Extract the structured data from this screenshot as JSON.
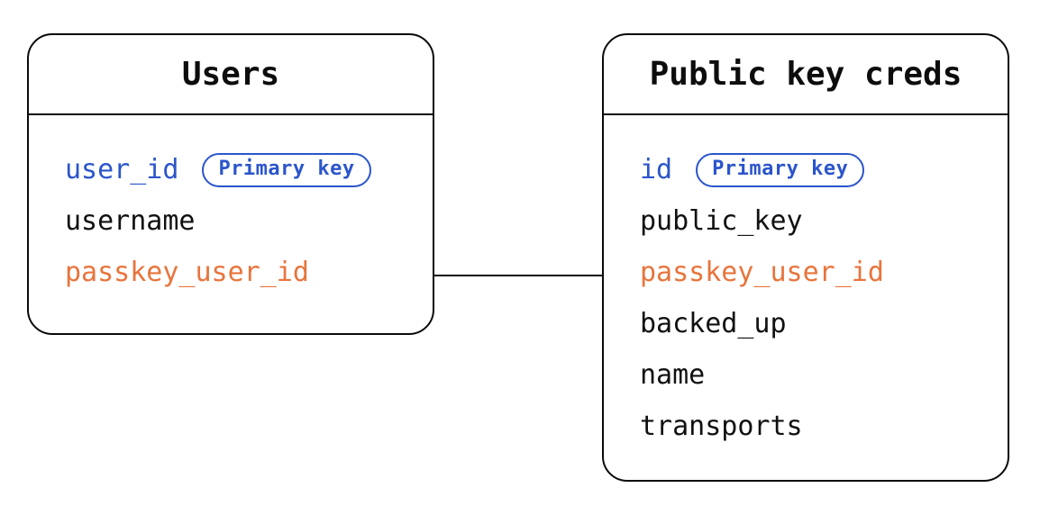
{
  "diagram": {
    "type": "entity-relationship",
    "colors": {
      "blue": "#2b55cb",
      "orange": "#e8743c",
      "black": "#111111",
      "border": "#0a0a0a",
      "background": "#ffffff"
    },
    "tables": [
      {
        "title": "Users",
        "fields": [
          {
            "name": "user_id",
            "color": "blue",
            "badge": "Primary key"
          },
          {
            "name": "username",
            "color": "black"
          },
          {
            "name": "passkey_user_id",
            "color": "orange"
          }
        ]
      },
      {
        "title": "Public key creds",
        "fields": [
          {
            "name": "id",
            "color": "blue",
            "badge": "Primary key"
          },
          {
            "name": "public_key",
            "color": "black"
          },
          {
            "name": "passkey_user_id",
            "color": "orange"
          },
          {
            "name": "backed_up",
            "color": "black"
          },
          {
            "name": "name",
            "color": "black"
          },
          {
            "name": "transports",
            "color": "black"
          }
        ]
      }
    ],
    "relationship": {
      "from_table": "Users",
      "from_field": "passkey_user_id",
      "to_table": "Public key creds",
      "to_field": "passkey_user_id"
    }
  }
}
